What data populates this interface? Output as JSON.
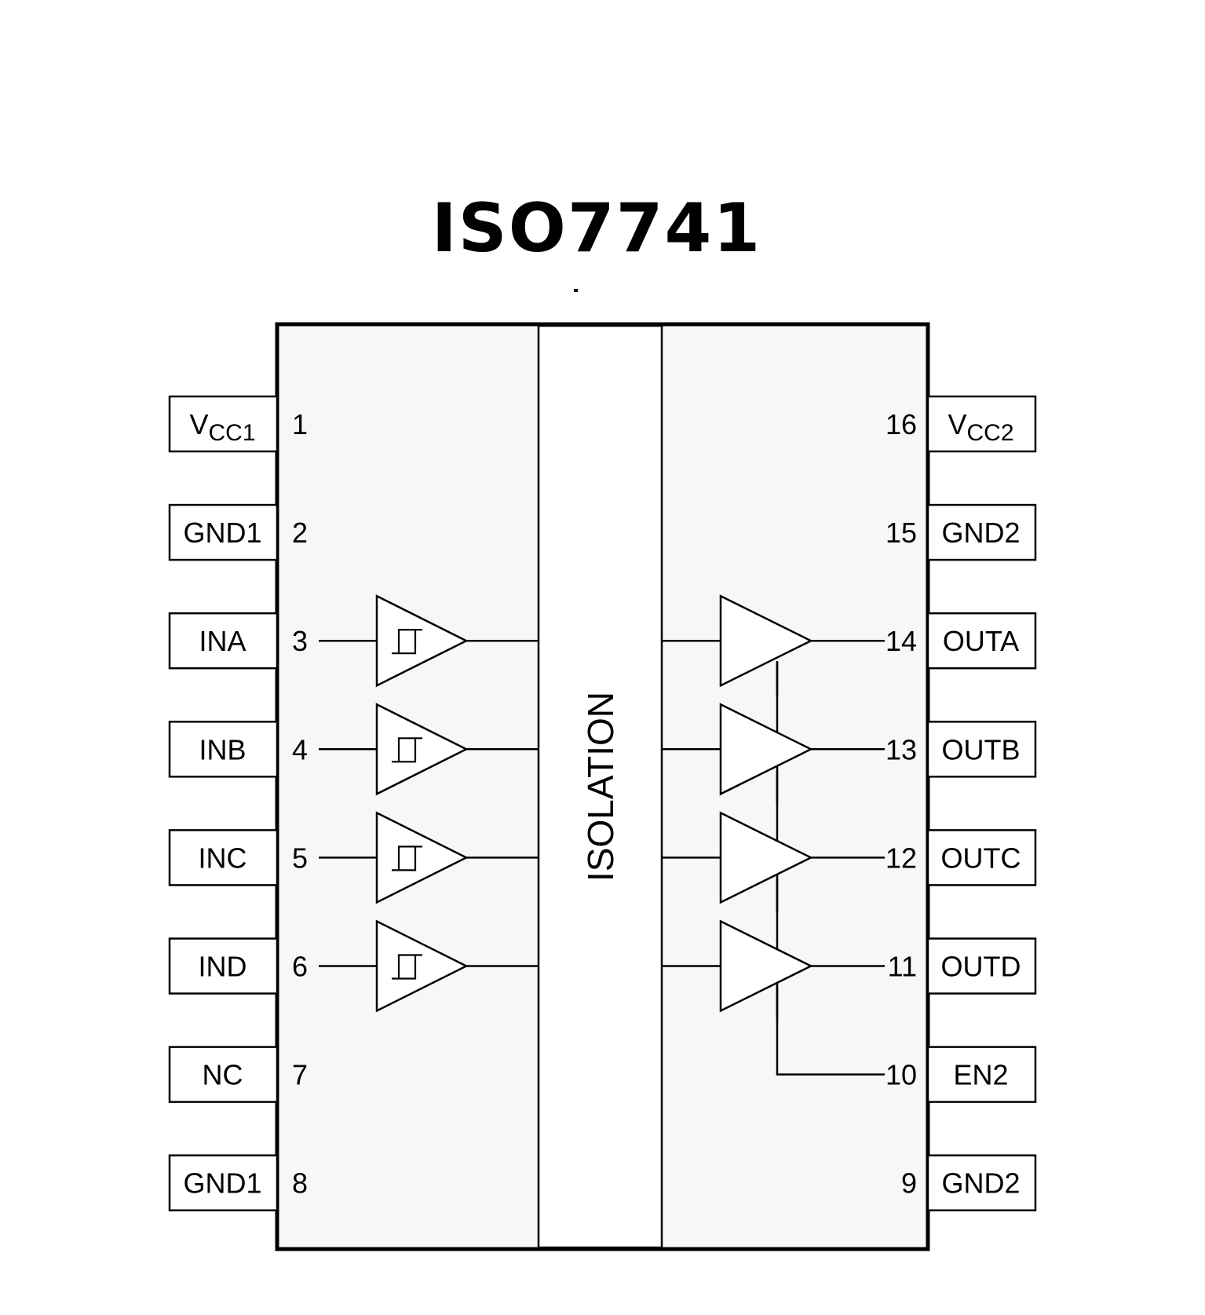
{
  "title": "ISO7741",
  "isolation_label": "ISOLATION",
  "colors": {
    "chip_fill": "#f7f7f7",
    "isolation_fill": "#ffffff",
    "stroke": "#000000",
    "background": "#ffffff"
  },
  "pins_left": [
    {
      "number": "1",
      "name": "V",
      "sub": "CC1"
    },
    {
      "number": "2",
      "name": "GND1",
      "sub": ""
    },
    {
      "number": "3",
      "name": "INA",
      "sub": "",
      "buffer": "schmitt-input"
    },
    {
      "number": "4",
      "name": "INB",
      "sub": "",
      "buffer": "schmitt-input"
    },
    {
      "number": "5",
      "name": "INC",
      "sub": "",
      "buffer": "schmitt-input"
    },
    {
      "number": "6",
      "name": "IND",
      "sub": "",
      "buffer": "schmitt-input"
    },
    {
      "number": "7",
      "name": "NC",
      "sub": ""
    },
    {
      "number": "8",
      "name": "GND1",
      "sub": ""
    }
  ],
  "pins_right": [
    {
      "number": "16",
      "name": "V",
      "sub": "CC2"
    },
    {
      "number": "15",
      "name": "GND2",
      "sub": ""
    },
    {
      "number": "14",
      "name": "OUTA",
      "sub": "",
      "buffer": "output-driver"
    },
    {
      "number": "13",
      "name": "OUTB",
      "sub": "",
      "buffer": "output-driver"
    },
    {
      "number": "12",
      "name": "OUTC",
      "sub": "",
      "buffer": "output-driver"
    },
    {
      "number": "11",
      "name": "OUTD",
      "sub": "",
      "buffer": "output-driver"
    },
    {
      "number": "10",
      "name": "EN2",
      "sub": "",
      "enable": true
    },
    {
      "number": "9",
      "name": "GND2",
      "sub": ""
    }
  ]
}
